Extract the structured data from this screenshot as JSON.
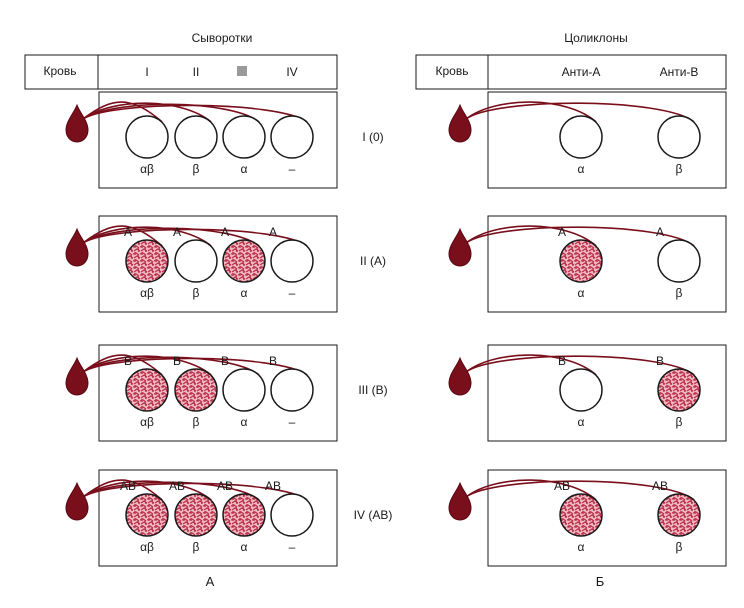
{
  "panel_a": {
    "header_title": "Сыворотки",
    "blood_label": "Кровь",
    "columns": [
      "I",
      "II",
      "",
      "IV"
    ],
    "caption": "А",
    "rows": [
      {
        "group": "I (0)",
        "agglutinated": [
          false,
          false,
          false,
          false
        ],
        "tags": [
          "",
          "",
          "",
          ""
        ],
        "antibodies": [
          "αβ",
          "β",
          "α",
          "–"
        ]
      },
      {
        "group": "II (A)",
        "agglutinated": [
          true,
          false,
          true,
          false
        ],
        "tags": [
          "A",
          "A",
          "A",
          "A"
        ],
        "antibodies": [
          "αβ",
          "β",
          "α",
          "–"
        ]
      },
      {
        "group": "III (B)",
        "agglutinated": [
          true,
          true,
          false,
          false
        ],
        "tags": [
          "B",
          "B",
          "B",
          "B"
        ],
        "antibodies": [
          "αβ",
          "β",
          "α",
          "–"
        ]
      },
      {
        "group": "IV (AB)",
        "agglutinated": [
          true,
          true,
          true,
          false
        ],
        "tags": [
          "AB",
          "AB",
          "AB",
          "AB"
        ],
        "antibodies": [
          "αβ",
          "β",
          "α",
          "–"
        ]
      }
    ]
  },
  "panel_b": {
    "header_title": "Цоликлоны",
    "blood_label": "Кровь",
    "columns": [
      "Анти-A",
      "Анти-B"
    ],
    "caption": "Б",
    "rows": [
      {
        "agglutinated": [
          false,
          false
        ],
        "tags": [
          "",
          ""
        ],
        "antibodies": [
          "α",
          "β"
        ]
      },
      {
        "agglutinated": [
          true,
          false
        ],
        "tags": [
          "A",
          "A"
        ],
        "antibodies": [
          "α",
          "β"
        ]
      },
      {
        "agglutinated": [
          false,
          true
        ],
        "tags": [
          "B",
          "B"
        ],
        "antibodies": [
          "α",
          "β"
        ]
      },
      {
        "agglutinated": [
          true,
          true
        ],
        "tags": [
          "AB",
          "AB"
        ],
        "antibodies": [
          "α",
          "β"
        ]
      }
    ]
  },
  "colors": {
    "blood": "#7a0f1c",
    "blood_dark": "#5a0812",
    "agglutinate": "#b8324a",
    "agglutinate_bg": "#f2b8c2",
    "line": "#1a1a1a",
    "header_swatch": "#9a9a9a"
  }
}
